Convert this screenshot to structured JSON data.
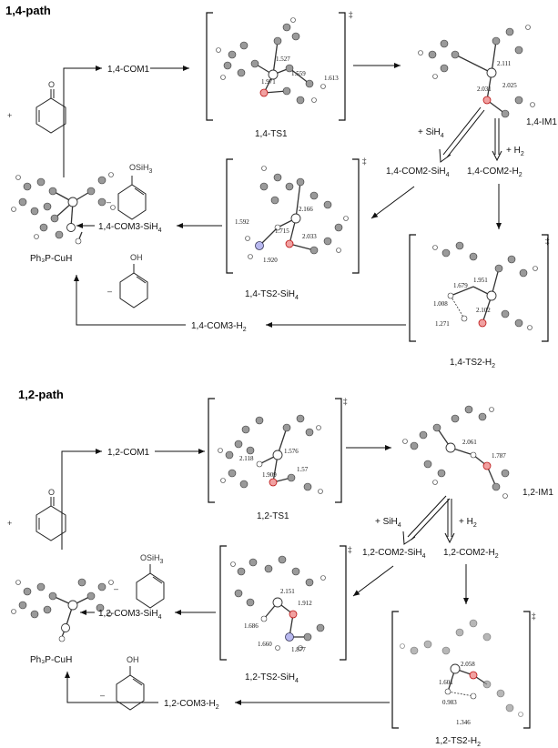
{
  "sections": {
    "top": "1,4-path",
    "bottom": "1,2-path"
  },
  "labels": {
    "com1_14": "1,4-COM1",
    "ts1_14": "1,4-TS1",
    "im1_14": "1,4-IM1",
    "sih4_14": "+ SiH",
    "h2_14": "+ H",
    "com2sih4_14": "1,4-COM2-SiH",
    "com2h2_14": "1,4-COM2-H",
    "com3sih4_14": "1,4-COM3-SiH",
    "ts2sih4_14": "1,4-TS2-SiH",
    "ts2h2_14": "1,4-TS2-H",
    "com3h2_14": "1,4-COM3-H",
    "catalyst_top": "Ph₃P-CuH",
    "com1_12": "1,2-COM1",
    "ts1_12": "1,2-TS1",
    "im1_12": "1,2-IM1",
    "sih4_12": "+ SiH",
    "h2_12": "+ H",
    "com2sih4_12": "1,2-COM2-SiH",
    "com2h2_12": "1,2-COM2-H",
    "com3sih4_12": "1,2-COM3-SiH",
    "ts2sih4_12": "1,2-TS2-SiH",
    "ts2h2_12": "1,2-TS2-H",
    "com3h2_12": "1,2-COM3-H",
    "catalyst_bottom": "Ph₃P-CuH",
    "sub4": "4",
    "sub2": "2"
  },
  "molecule_labels": {
    "osih3": "OSiH",
    "sub3": "3",
    "oh": "OH",
    "o": "O",
    "plus": "+",
    "minus": "–",
    "dagger": "‡"
  },
  "distances": {
    "ts1_14": [
      "1.559",
      "1.613",
      "1.971",
      "1.527"
    ],
    "im1_14": [
      "2.111",
      "2.031",
      "2.025"
    ],
    "ts2sih4_14": [
      "1.592",
      "1.715",
      "2.166",
      "1.920",
      "2.033"
    ],
    "ts2h2_14": [
      "1.008",
      "1.679",
      "1.271",
      "1.951",
      "2.102"
    ],
    "ts1_12": [
      "1.576",
      "1.57",
      "2.118",
      "1.909"
    ],
    "im1_12": [
      "2.061",
      "1.787"
    ],
    "ts2sih4_12": [
      "1.686",
      "1.660",
      "2.151",
      "1.912",
      "1.877"
    ],
    "ts2h2_12": [
      "2.058",
      "1.601",
      "0.983",
      "1.346"
    ]
  }
}
